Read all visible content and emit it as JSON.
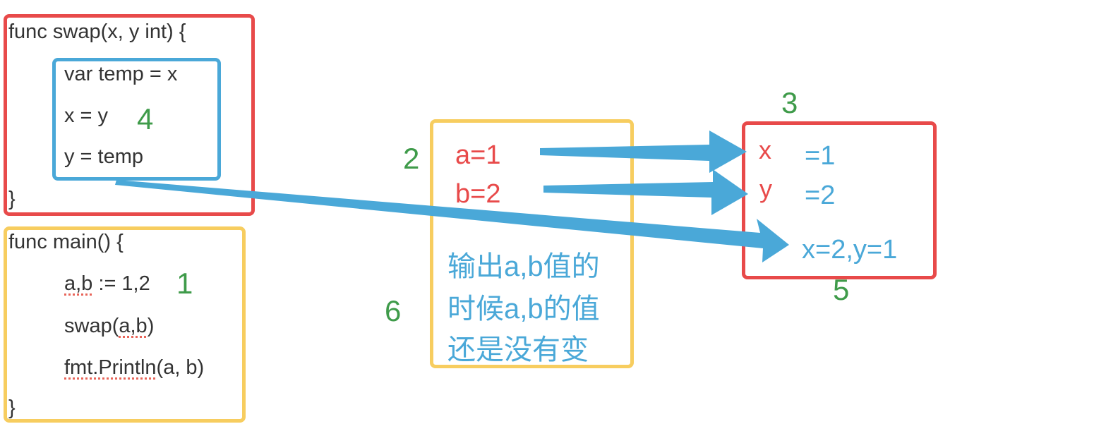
{
  "swap_func": {
    "lines": [
      "func swap(x, y int) {",
      "var temp = x",
      "x = y",
      "y = temp",
      "}"
    ]
  },
  "main_func": {
    "line1": "func main() {",
    "line2_a": "a,b",
    "line2_b": " :=",
    "line2_c": "1,2",
    "line3_a": "swap(",
    "line3_b": "a,b",
    "line3_c": ")",
    "line4_a": "fmt.Println",
    "line4_b": "(a, b)",
    "line5": "}"
  },
  "step_labels": [
    "1",
    "2",
    "3",
    "4",
    "5",
    "6"
  ],
  "args": {
    "a": "a=1",
    "b": "b=2"
  },
  "note": [
    "输出a,b值的",
    "时候a,b的值",
    "还是没有变"
  ],
  "params": {
    "x": "x",
    "x_val": "=1",
    "y": "y",
    "y_val": "=2",
    "result": "x=2,y=1"
  },
  "colors": {
    "red": "#e84a4a",
    "blue": "#4aa8d8",
    "yellow": "#f7cd5f",
    "green": "#3f9b4a"
  }
}
